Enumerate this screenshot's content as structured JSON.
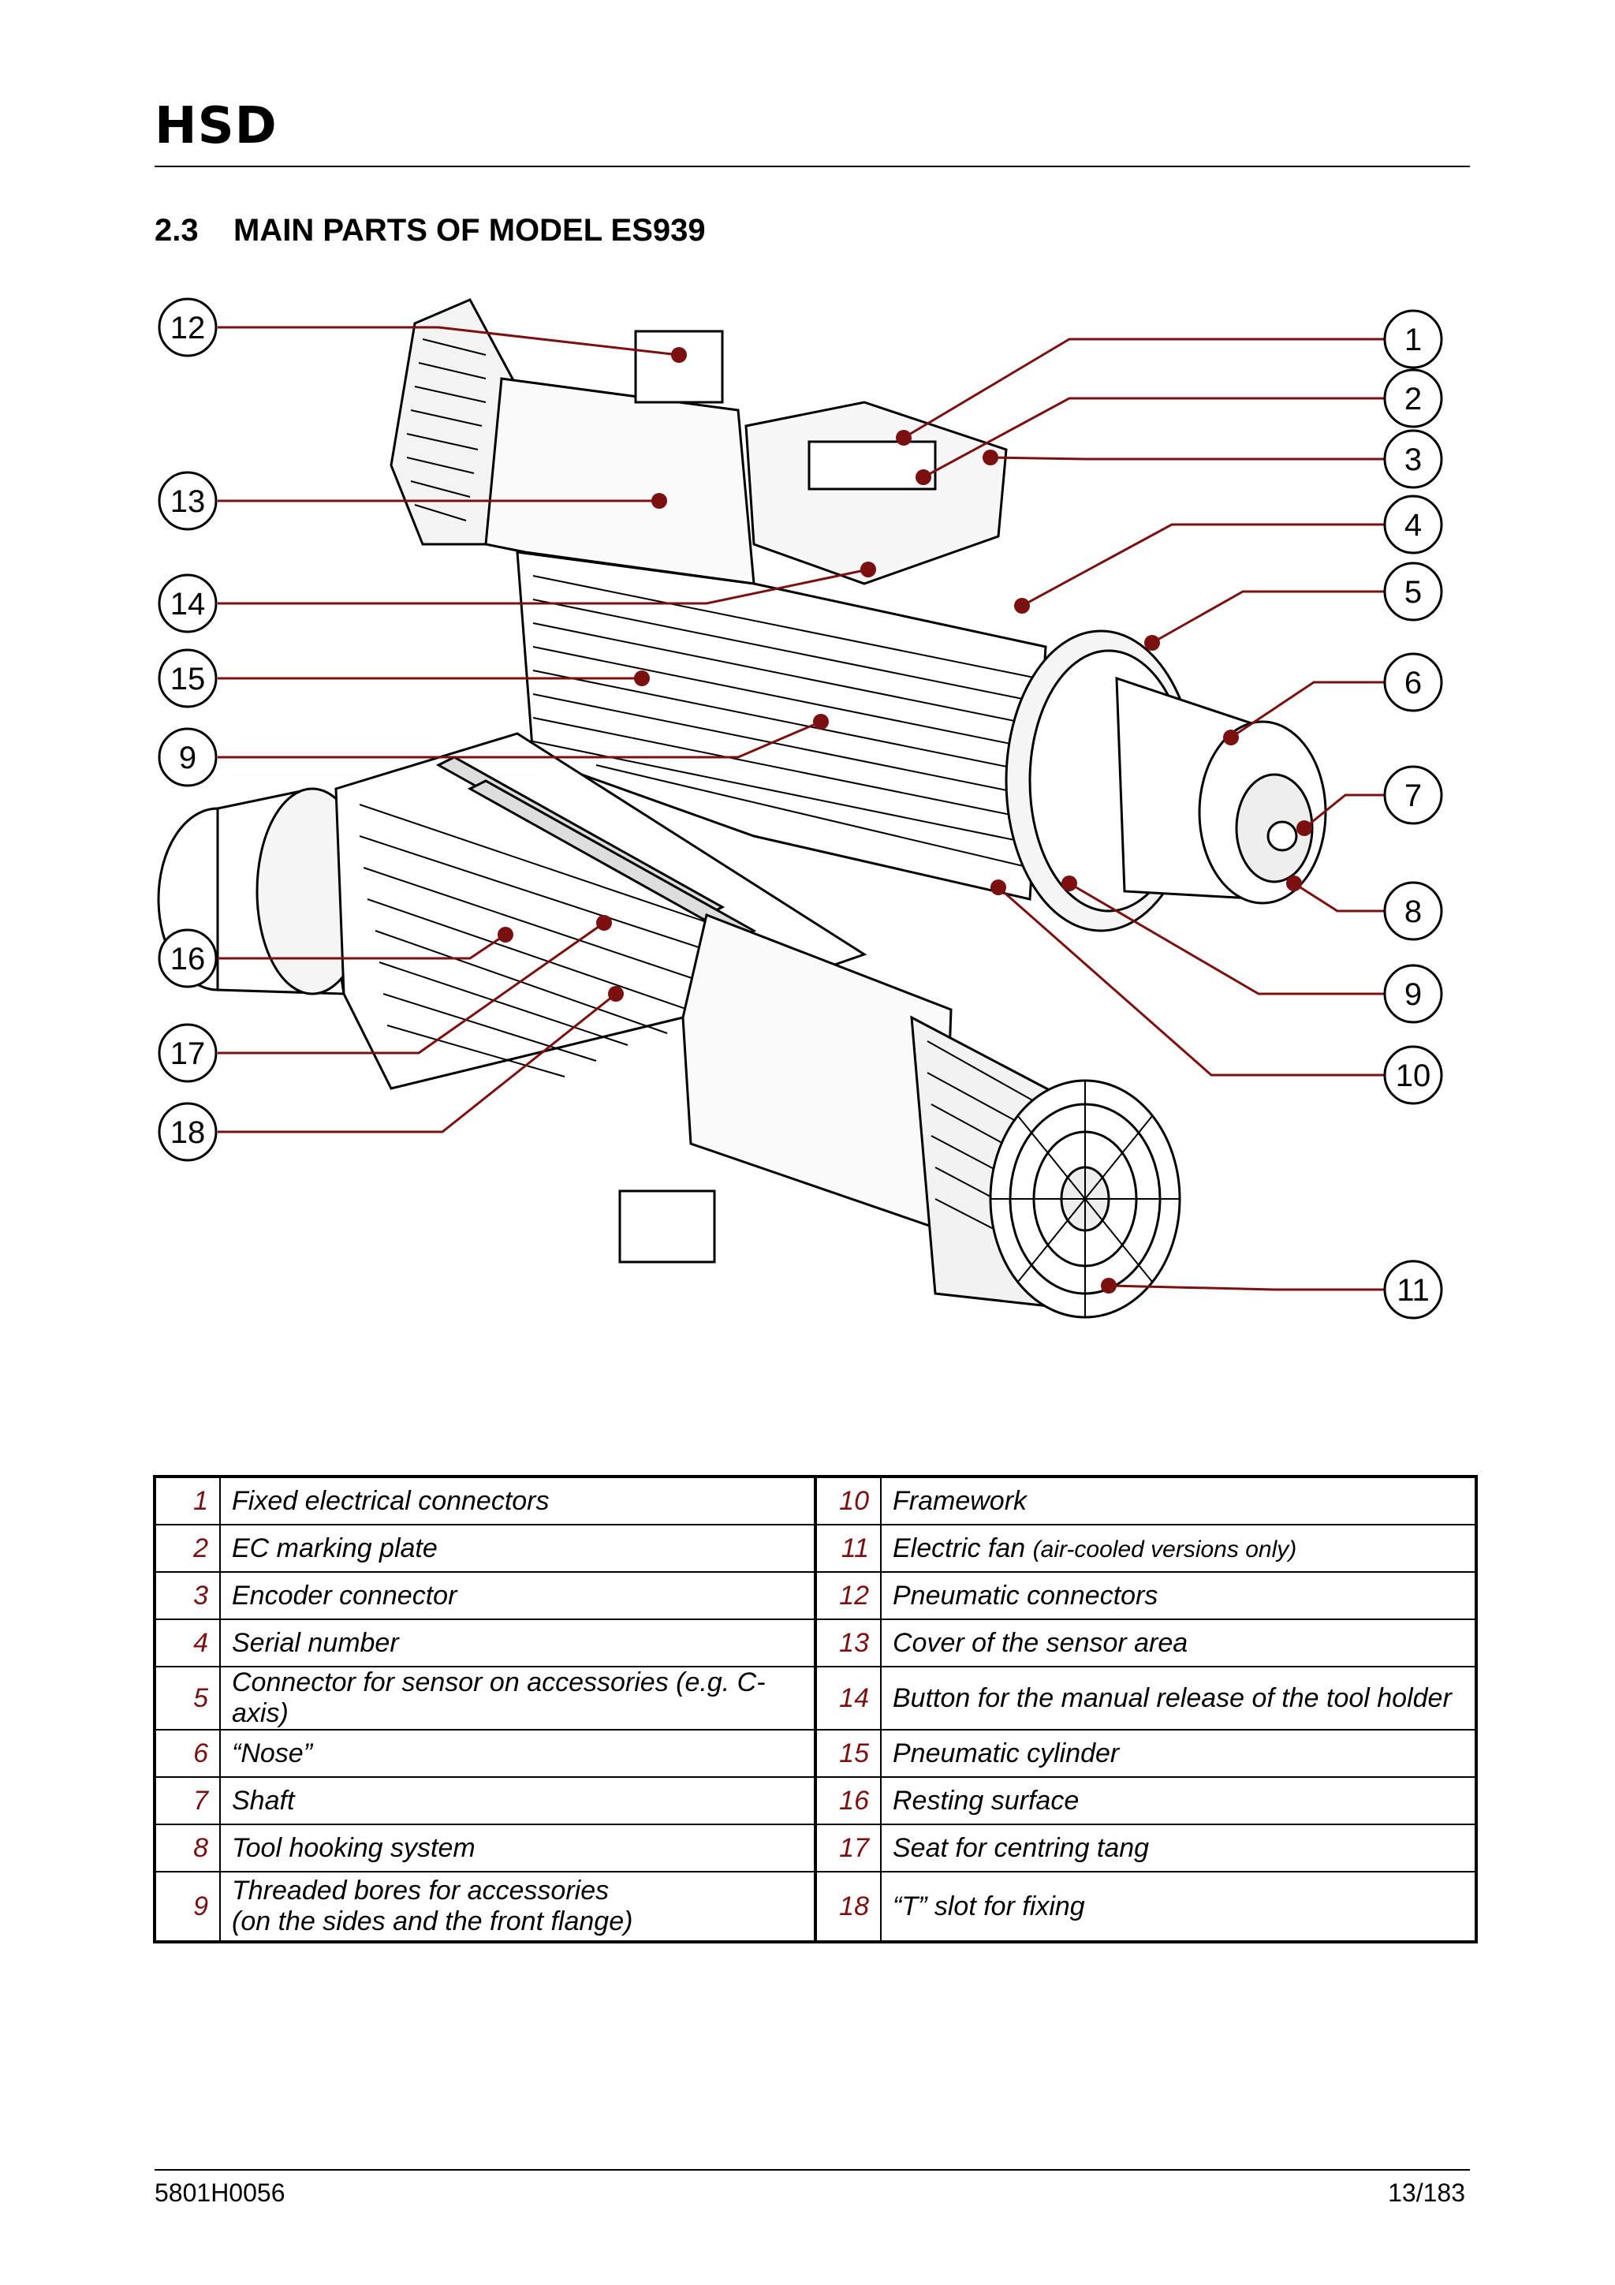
{
  "header": {
    "logo": "HSD"
  },
  "section": {
    "number": "2.3",
    "title": "MAIN PARTS OF MODEL ES939"
  },
  "figure": {
    "callouts": [
      "12",
      "13",
      "14",
      "15",
      "9",
      "16",
      "17",
      "18",
      "1",
      "2",
      "3",
      "4",
      "5",
      "6",
      "7",
      "8",
      "9",
      "10",
      "11"
    ]
  },
  "parts": [
    {
      "left_num": "1",
      "left_text": "Fixed electrical connectors",
      "right_num": "10",
      "right_text": "Framework"
    },
    {
      "left_num": "2",
      "left_text": "EC marking plate",
      "right_num": "11",
      "right_text": "Electric fan",
      "right_note": "(air-cooled versions only)"
    },
    {
      "left_num": "3",
      "left_text": "Encoder connector",
      "right_num": "12",
      "right_text": "Pneumatic connectors"
    },
    {
      "left_num": "4",
      "left_text": "Serial number",
      "right_num": "13",
      "right_text": "Cover of the sensor area"
    },
    {
      "left_num": "5",
      "left_text": "Connector for sensor on accessories (e.g. C-axis)",
      "right_num": "14",
      "right_text": "Button for the manual release of the tool holder"
    },
    {
      "left_num": "6",
      "left_text": "“Nose”",
      "right_num": "15",
      "right_text": "Pneumatic cylinder"
    },
    {
      "left_num": "7",
      "left_text": "Shaft",
      "right_num": "16",
      "right_text": "Resting surface"
    },
    {
      "left_num": "8",
      "left_text": "Tool hooking system",
      "right_num": "17",
      "right_text": "Seat for centring tang"
    },
    {
      "left_num": "9",
      "left_text": "Threaded bores for accessories",
      "left_text2": "(on the sides and the front flange)",
      "right_num": "18",
      "right_text": "“T” slot for fixing"
    }
  ],
  "footer": {
    "doc_code": "5801H0056",
    "page": "13/183"
  }
}
